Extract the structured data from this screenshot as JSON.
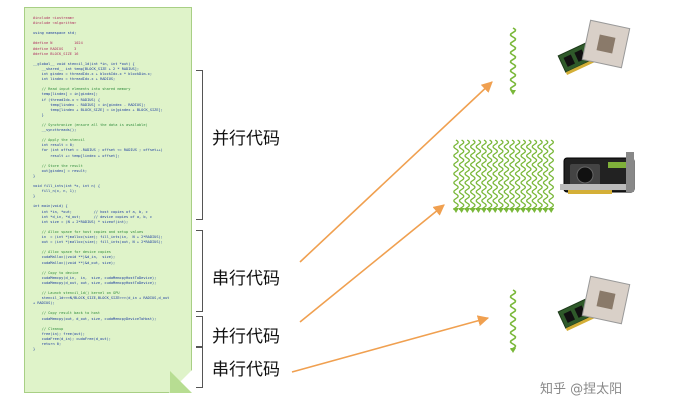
{
  "code_listing": {
    "lines": [
      {
        "t": "#include <iostream>",
        "c": "pp"
      },
      {
        "t": "#include <algorithm>",
        "c": "pp"
      },
      {
        "t": "",
        "c": ""
      },
      {
        "t": "using namespace std;",
        "c": ""
      },
      {
        "t": "",
        "c": ""
      },
      {
        "t": "#define N          1024",
        "c": "pp"
      },
      {
        "t": "#define RADIUS     3",
        "c": "pp"
      },
      {
        "t": "#define BLOCK_SIZE 16",
        "c": "pp"
      },
      {
        "t": "",
        "c": ""
      },
      {
        "t": "__global__ void stencil_1d(int *in, int *out) {",
        "c": ""
      },
      {
        "t": "    __shared__ int temp[BLOCK_SIZE + 2 * RADIUS];",
        "c": ""
      },
      {
        "t": "    int gindex = threadIdx.x + blockIdx.x * blockDim.x;",
        "c": ""
      },
      {
        "t": "    int lindex = threadIdx.x + RADIUS;",
        "c": ""
      },
      {
        "t": "",
        "c": ""
      },
      {
        "t": "    // Read input elements into shared memory",
        "c": "cm"
      },
      {
        "t": "    temp[lindex] = in[gindex];",
        "c": ""
      },
      {
        "t": "    if (threadIdx.x < RADIUS) {",
        "c": ""
      },
      {
        "t": "        temp[lindex - RADIUS] = in[gindex - RADIUS];",
        "c": ""
      },
      {
        "t": "        temp[lindex + BLOCK_SIZE] = in[gindex + BLOCK_SIZE];",
        "c": ""
      },
      {
        "t": "    }",
        "c": ""
      },
      {
        "t": "",
        "c": ""
      },
      {
        "t": "    // Synchronize (ensure all the data is available)",
        "c": "cm"
      },
      {
        "t": "    __syncthreads();",
        "c": ""
      },
      {
        "t": "",
        "c": ""
      },
      {
        "t": "    // Apply the stencil",
        "c": "cm"
      },
      {
        "t": "    int result = 0;",
        "c": ""
      },
      {
        "t": "    for (int offset = -RADIUS ; offset <= RADIUS ; offset++)",
        "c": ""
      },
      {
        "t": "        result += temp[lindex + offset];",
        "c": ""
      },
      {
        "t": "",
        "c": ""
      },
      {
        "t": "    // Store the result",
        "c": "cm"
      },
      {
        "t": "    out[gindex] = result;",
        "c": ""
      },
      {
        "t": "}",
        "c": ""
      },
      {
        "t": "",
        "c": ""
      },
      {
        "t": "void fill_ints(int *x, int n) {",
        "c": ""
      },
      {
        "t": "    fill_n(x, n, 1);",
        "c": ""
      },
      {
        "t": "}",
        "c": ""
      },
      {
        "t": "",
        "c": ""
      },
      {
        "t": "int main(void) {",
        "c": ""
      },
      {
        "t": "    int *in, *out;          // host copies of a, b, c",
        "c": ""
      },
      {
        "t": "    int *d_in, *d_out;      // device copies of a, b, c",
        "c": ""
      },
      {
        "t": "    int size = (N + 2*RADIUS) * sizeof(int);",
        "c": ""
      },
      {
        "t": "",
        "c": ""
      },
      {
        "t": "    // Alloc space for host copies and setup values",
        "c": "cm"
      },
      {
        "t": "    in  = (int *)malloc(size); fill_ints(in,  N + 2*RADIUS);",
        "c": ""
      },
      {
        "t": "    out = (int *)malloc(size); fill_ints(out, N + 2*RADIUS);",
        "c": ""
      },
      {
        "t": "",
        "c": ""
      },
      {
        "t": "    // Alloc space for device copies",
        "c": "cm"
      },
      {
        "t": "    cudaMalloc((void **)&d_in,  size);",
        "c": ""
      },
      {
        "t": "    cudaMalloc((void **)&d_out, size);",
        "c": ""
      },
      {
        "t": "",
        "c": ""
      },
      {
        "t": "    // Copy to device",
        "c": "cm"
      },
      {
        "t": "    cudaMemcpy(d_in,  in,  size, cudaMemcpyHostToDevice);",
        "c": ""
      },
      {
        "t": "    cudaMemcpy(d_out, out, size, cudaMemcpyHostToDevice);",
        "c": ""
      },
      {
        "t": "",
        "c": ""
      },
      {
        "t": "    // Launch stencil_1d() kernel on GPU",
        "c": "cm"
      },
      {
        "t": "    stencil_1d<<<N/BLOCK_SIZE,BLOCK_SIZE>>>(d_in + RADIUS,d_out",
        "c": ""
      },
      {
        "t": "+ RADIUS);",
        "c": ""
      },
      {
        "t": "",
        "c": ""
      },
      {
        "t": "    // Copy result back to host",
        "c": "cm"
      },
      {
        "t": "    cudaMemcpy(out, d_out, size, cudaMemcpyDeviceToHost);",
        "c": ""
      },
      {
        "t": "",
        "c": ""
      },
      {
        "t": "    // Cleanup",
        "c": "cm"
      },
      {
        "t": "    free(in); free(out);",
        "c": ""
      },
      {
        "t": "    cudaFree(d_in); cudaFree(d_out);",
        "c": ""
      },
      {
        "t": "    return 0;",
        "c": ""
      },
      {
        "t": "}",
        "c": ""
      }
    ]
  },
  "labels": {
    "parallel_1": "并行代码",
    "serial_1": "串行代码",
    "parallel_2": "并行代码",
    "serial_2": "串行代码"
  },
  "watermark": "知乎 @捏太阳",
  "colors": {
    "code_bg": "#dff3c9",
    "code_border": "#a8cf85",
    "arrow": "#f0a050",
    "wave": "#7ab83a"
  }
}
